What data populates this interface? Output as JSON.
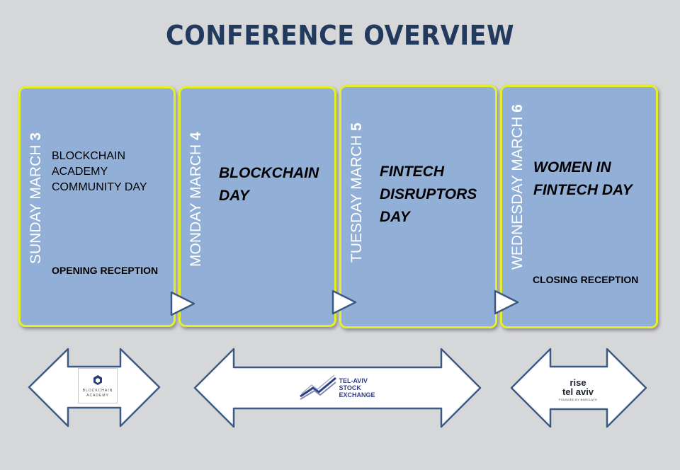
{
  "title": "CONFERENCE OVERVIEW",
  "days": [
    {
      "day_label": "SUNDAY MARCH",
      "day_number": "3",
      "lines": [
        "BLOCKCHAIN",
        "ACADEMY",
        "COMMUNITY DAY"
      ],
      "reception": "OPENING RECEPTION"
    },
    {
      "day_label": "MONDAY MARCH",
      "day_number": "4",
      "lines": [
        "BLOCKCHAIN",
        "DAY"
      ]
    },
    {
      "day_label": "TUESDAY MARCH",
      "day_number": "5",
      "lines": [
        "FINTECH",
        "DISRUPTORS",
        "DAY"
      ]
    },
    {
      "day_label": "WEDNESDAY MARCH",
      "day_number": "6",
      "lines": [
        "WOMEN IN",
        "FINTECH DAY"
      ],
      "reception": "CLOSING RECEPTION"
    }
  ],
  "partners": [
    {
      "name": "BLOCKCHAIN",
      "caption": "ACADEMY"
    },
    {
      "name_lines": [
        "TEL-AVIV",
        "STOCK",
        "EXCHANGE"
      ]
    },
    {
      "name_lines": [
        "rise",
        "tel aviv"
      ],
      "sub": "FOUNDED BY BARCLAYS"
    }
  ],
  "colors": {
    "background": "#d6d7d9",
    "title": "#223a5e",
    "card_fill": "#92b0d7",
    "card_border": "#e4ef2a",
    "arrow_stroke": "#3d5a85"
  }
}
